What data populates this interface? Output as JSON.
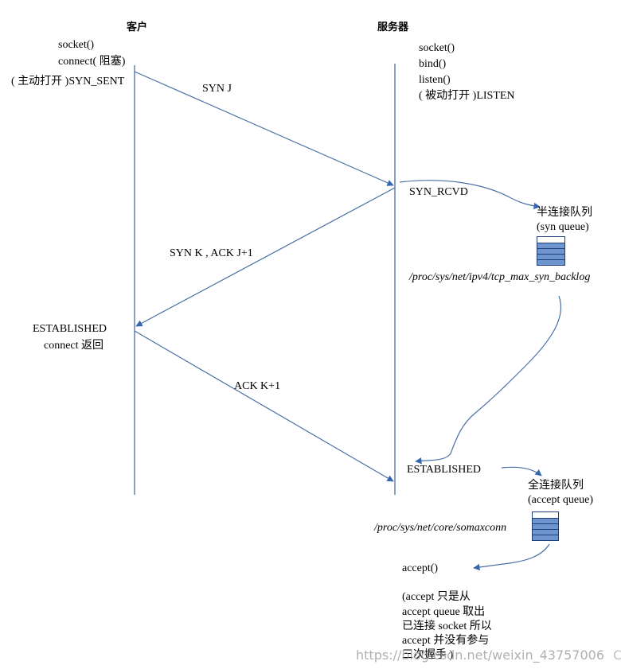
{
  "client": {
    "title": "客户",
    "calls": [
      "socket()",
      "connect( 阻塞)"
    ],
    "state_syn_sent": "( 主动打开 )SYN_SENT",
    "state_established": "ESTABLISHED",
    "connect_return": "connect  返回"
  },
  "server": {
    "title": "服务器",
    "calls": [
      "socket()",
      "bind()",
      "listen()",
      "( 被动打开 )LISTEN"
    ],
    "state_syn_rcvd": "SYN_RCVD",
    "state_established": "ESTABLISHED",
    "accept_call": "accept()"
  },
  "messages": {
    "syn": "SYN J",
    "syn_ack": "SYN K , ACK J+1",
    "ack": "ACK K+1"
  },
  "syn_queue": {
    "title": "半连接队列",
    "subtitle": "(syn    queue)",
    "path": "/proc/sys/net/ipv4/tcp_max_syn_backlog"
  },
  "accept_queue": {
    "title": "全连接队列",
    "subtitle": "(accept queue)",
    "path": "/proc/sys/net/core/somaxconn"
  },
  "note": [
    "(accept 只是从",
    "accept queue 取出",
    "已连接 socket 所以",
    "accept 并没有参与",
    "三次握手 )"
  ],
  "watermark": {
    "url": "https://blog.csdn.net/weixin_43757006",
    "brand": "CSDN @沮丧的南瓜"
  },
  "colors": {
    "line": "#4a6fa5",
    "arrow_head": "#3566b0",
    "queue_fill": "#6f95cf",
    "queue_border": "#1f3f7a"
  }
}
